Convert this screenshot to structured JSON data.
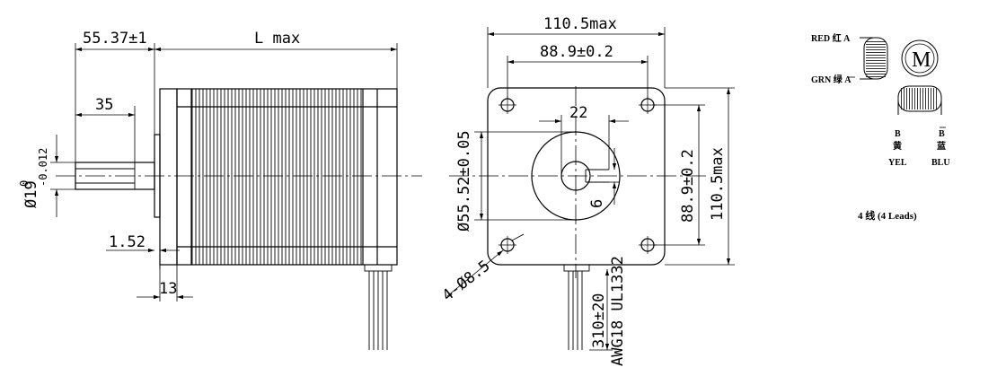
{
  "side_view": {
    "dim_shaft_ext": "55.37±1",
    "dim_length": "L max",
    "dim_flat": "35",
    "dim_shaft_dia_main": "Ø19",
    "dim_shaft_dia_tol_upper": "0",
    "dim_shaft_dia_tol_lower": "-0.012",
    "dim_boss": "1.52",
    "dim_flange": "13"
  },
  "front_view": {
    "dim_width_max": "110.5max",
    "dim_hole_spacing_x": "88.9±0.2",
    "dim_key": "22",
    "dim_pilot": "Ø55.52±0.05",
    "dim_flat_depth": "6",
    "dim_hole_spacing_y": "88.9±0.2",
    "dim_height_max": "110.5max",
    "dim_holes": "4-Ø8.5",
    "dim_lead_length": "310±20",
    "wire_spec": "AWG18 UL1332"
  },
  "wiring": {
    "red_label": "RED 红 A",
    "grn_label": "GRN 绿 A",
    "motor_letter": "M",
    "b_label": "B",
    "b_bar_label": "B",
    "b_cn": "黄",
    "b_bar_cn": "蓝",
    "yel": "YEL",
    "blu": "BLU",
    "leads_note": "4 线 (4 Leads)"
  }
}
